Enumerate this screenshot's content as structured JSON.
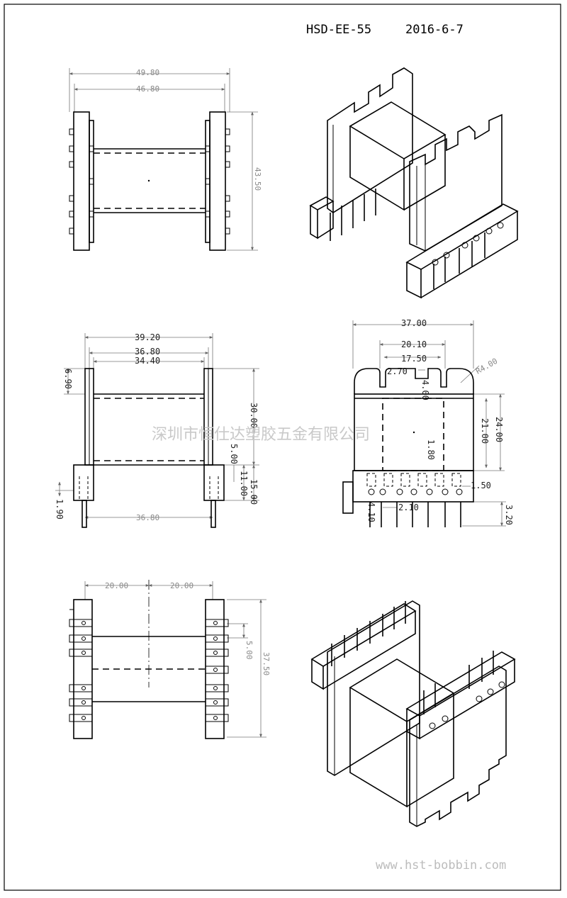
{
  "header": {
    "model": "HSD-EE-55",
    "date": "2016-6-7"
  },
  "watermark": "深圳市恒仕达塑胶五金有限公司",
  "website": "www.hst-bobbin.com",
  "views": {
    "top_view": {
      "overall_width": "49.80",
      "inner_width": "46.80",
      "height": "43.50"
    },
    "front_view": {
      "flange_width": "39.20",
      "flange_inner": "36.80",
      "window_width": "34.40",
      "flange_thickness": "6.90",
      "window_height": "30.00",
      "base_step": "5.00",
      "base_height_a": "11.00",
      "base_height_b": "15.00",
      "pin_offset": "1.90",
      "pin_span": "36.80"
    },
    "side_view": {
      "overall_width": "37.00",
      "slot_outer": "20.10",
      "slot_inner": "17.50",
      "slot_notch": "2.70",
      "slot_depth": "4.00",
      "radius": "R4.00",
      "core_height": "24.00",
      "window_height": "21.00",
      "wall": "1.80",
      "pin_dia": "1.50",
      "pin_pitch_a": "4.10",
      "pin_pitch_b": "2.10",
      "pin_length": "3.20"
    },
    "bottom_view": {
      "half_span_left": "20.00",
      "half_span_right": "20.00",
      "pin_pitch": "5.00",
      "length": "37.50"
    }
  }
}
